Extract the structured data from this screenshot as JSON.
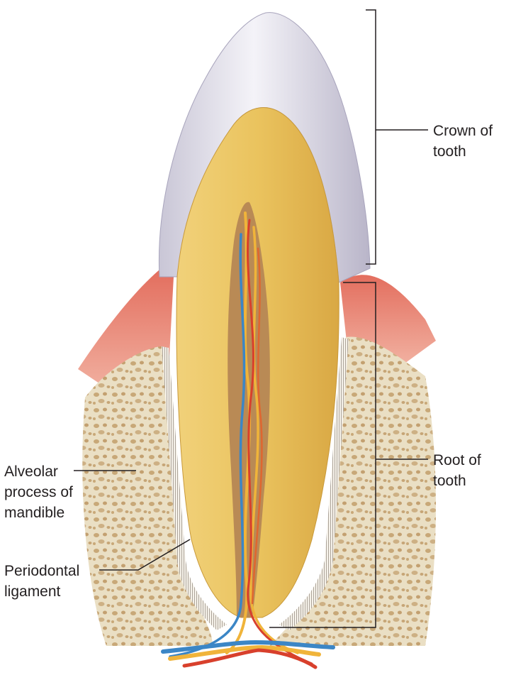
{
  "labels": {
    "crown": "Crown of\ntooth",
    "root": "Root of\ntooth",
    "alveolar": "Alveolar\nprocess of\nmandible",
    "periodontal": "Periodontal\nligament"
  },
  "colors": {
    "enamel": "#e4e2ec",
    "dentin": "#e9c35c",
    "pulp": "#b98a55",
    "gingiva": "#e88a78",
    "bone": "#e9dcbf",
    "bone_pores": "#c9ab7c",
    "artery": "#d8402c",
    "vein": "#3b86c6",
    "nerve": "#f0b43a",
    "leader": "#231f20"
  }
}
